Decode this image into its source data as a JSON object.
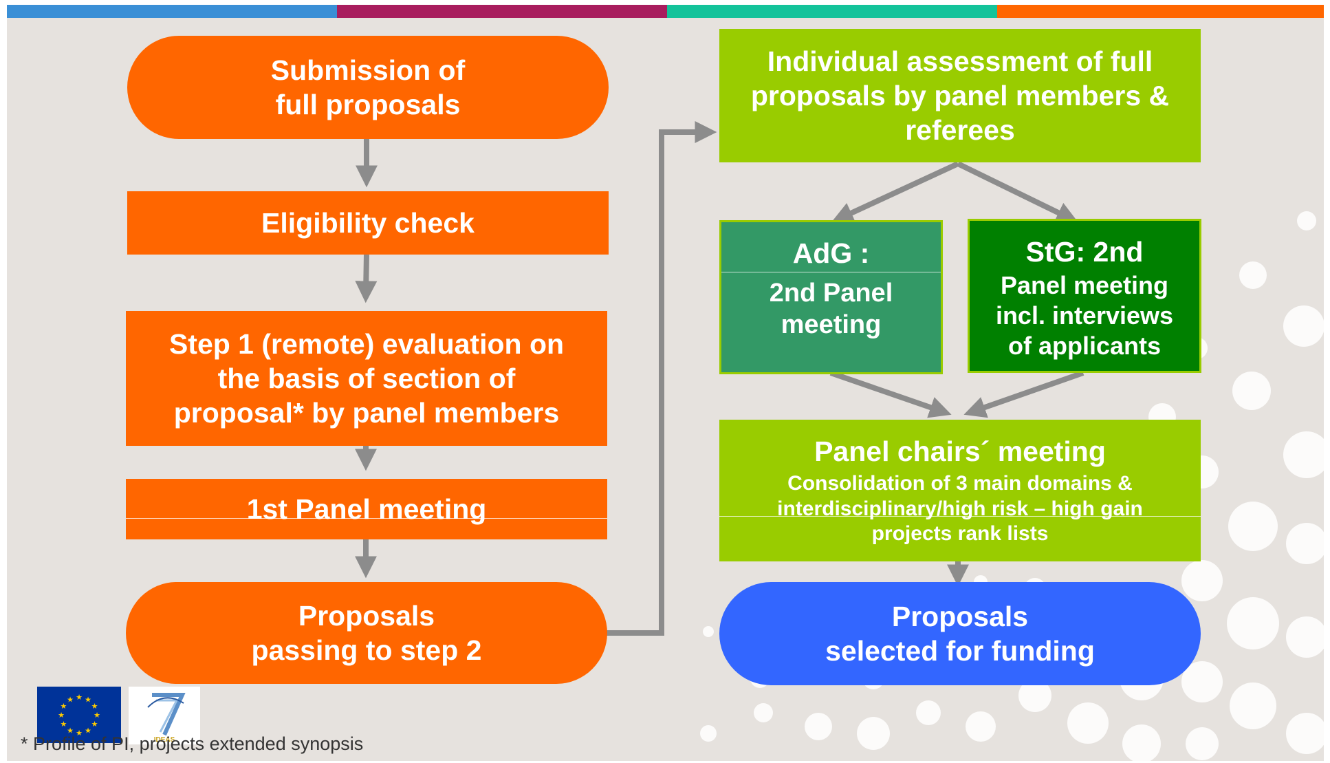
{
  "top_stripe": {
    "colors": [
      "#3a8fd6",
      "#a81d5e",
      "#13c39a",
      "#ff6600"
    ]
  },
  "colors": {
    "orange": "#ff6600",
    "lime": "#99cc00",
    "teal": "#339966",
    "dark_green": "#008000",
    "blue": "#3366ff",
    "arrow": "#8c8c8c",
    "background": "#e6e2de"
  },
  "flow": {
    "submission": {
      "line1": "Submission of",
      "line2": "full proposals"
    },
    "eligibility": {
      "label": "Eligibility check"
    },
    "step1": {
      "line1": "Step 1 (remote) evaluation on",
      "line2": "the basis of section of",
      "line3": "proposal* by panel members"
    },
    "panel1": {
      "label": "1st Panel meeting"
    },
    "passing": {
      "line1": "Proposals",
      "line2": "passing to step 2"
    },
    "individual": {
      "line1": "Individual assessment of full",
      "line2": "proposals by panel members &",
      "line3": "referees"
    },
    "adg": {
      "line1": "AdG :",
      "line2": "2nd Panel",
      "line3": "meeting"
    },
    "stg": {
      "line1": "StG: 2nd",
      "line2": "Panel meeting",
      "line3": "incl. interviews",
      "line4": "of applicants"
    },
    "chairs": {
      "title": "Panel chairs´ meeting",
      "line1": "Consolidation of 3 main domains &",
      "line2": "interdisciplinary/high risk – high gain",
      "line3": "projects rank lists"
    },
    "selected": {
      "line1": "Proposals",
      "line2": "selected for funding"
    }
  },
  "footnote": "* Profile of PI, projects extended synopsis",
  "logos": [
    {
      "name": "eu-flag",
      "icon": "eu-flag-icon"
    },
    {
      "name": "fp7-ideas",
      "icon": "fp7-ideas-icon",
      "text": "IDEAS"
    }
  ]
}
